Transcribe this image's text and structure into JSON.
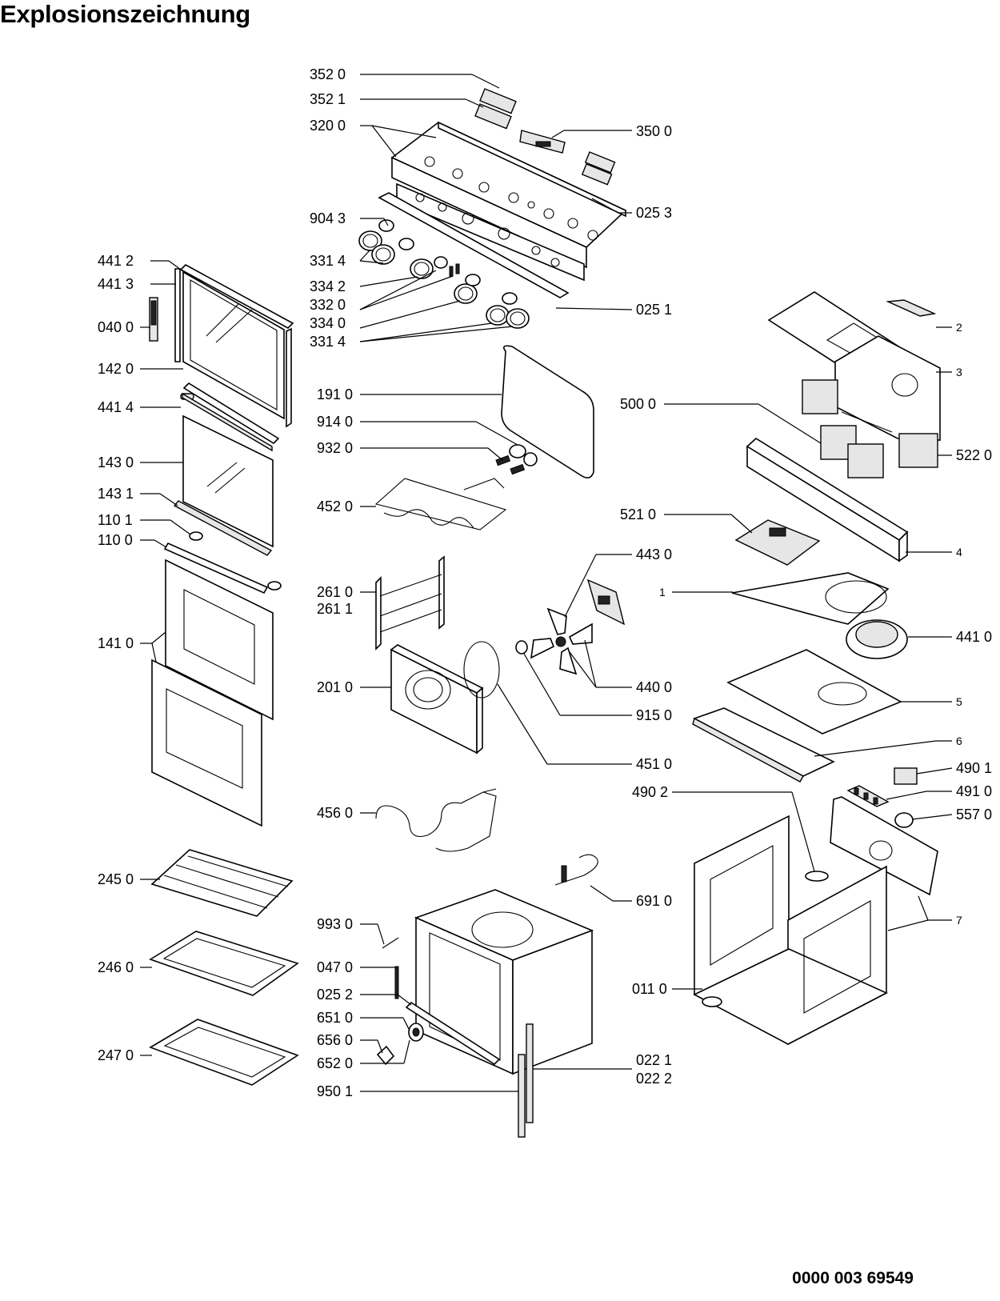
{
  "title": "Explosionszeichnung",
  "doc_number": "0000 003 69549",
  "labels": {
    "l_352_0": "352 0",
    "l_352_1": "352 1",
    "l_320_0": "320 0",
    "l_350_0": "350 0",
    "l_904_3": "904 3",
    "l_025_3": "025 3",
    "l_441_2": "441 2",
    "l_441_3": "441 3",
    "l_331_4a": "331 4",
    "l_334_2": "334 2",
    "l_332_0": "332 0",
    "l_025_1": "025 1",
    "l_334_0": "334 0",
    "l_331_4b": "331 4",
    "l_040_0": "040 0",
    "l_142_0": "142 0",
    "l_2": "2",
    "l_3": "3",
    "l_191_0": "191 0",
    "l_441_4": "441 4",
    "l_500_0": "500 0",
    "l_914_0": "914 0",
    "l_932_0": "932 0",
    "l_522_0": "522 0",
    "l_143_0": "143 0",
    "l_143_1": "143 1",
    "l_452_0": "452 0",
    "l_521_0": "521 0",
    "l_110_1": "110 1",
    "l_110_0": "110 0",
    "l_4": "4",
    "l_443_0": "443 0",
    "l_261_0": "261 0",
    "l_261_1": "261 1",
    "l_1": "1",
    "l_141_0": "141 0",
    "l_441_0": "441 0",
    "l_201_0": "201 0",
    "l_440_0": "440 0",
    "l_5": "5",
    "l_915_0": "915 0",
    "l_6": "6",
    "l_451_0": "451 0",
    "l_490_1": "490 1",
    "l_490_2": "490 2",
    "l_491_0": "491 0",
    "l_456_0": "456 0",
    "l_557_0": "557 0",
    "l_245_0": "245 0",
    "l_691_0": "691 0",
    "l_7": "7",
    "l_993_0": "993 0",
    "l_246_0": "246 0",
    "l_047_0": "047 0",
    "l_011_0": "011 0",
    "l_025_2": "025 2",
    "l_651_0": "651 0",
    "l_656_0": "656 0",
    "l_247_0": "247 0",
    "l_652_0": "652 0",
    "l_022_1": "022 1",
    "l_022_2": "022 2",
    "l_950_1": "950 1"
  }
}
